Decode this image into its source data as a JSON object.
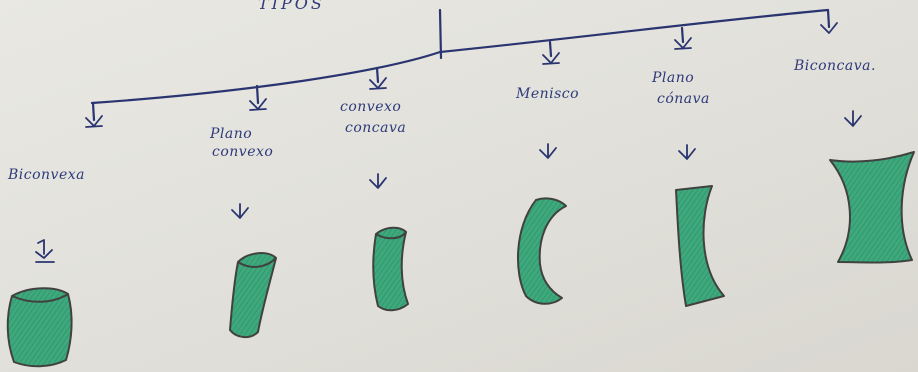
{
  "title_fragment": "TIPOS",
  "ink_color": "#2e3a7a",
  "lens_fill": "#3aa57a",
  "lenses": [
    {
      "id": "biconvexa",
      "label": "Biconvexa"
    },
    {
      "id": "plano-convexo",
      "label_line1": "Plano",
      "label_line2": "convexo"
    },
    {
      "id": "convexo-concava",
      "label_line1": "convexo",
      "label_line2": "concava"
    },
    {
      "id": "menisco",
      "label": "Menisco"
    },
    {
      "id": "plano-concava",
      "label_line1": "Plano",
      "label_line2": "cónava"
    },
    {
      "id": "biconcava",
      "label": "Biconcava."
    }
  ]
}
